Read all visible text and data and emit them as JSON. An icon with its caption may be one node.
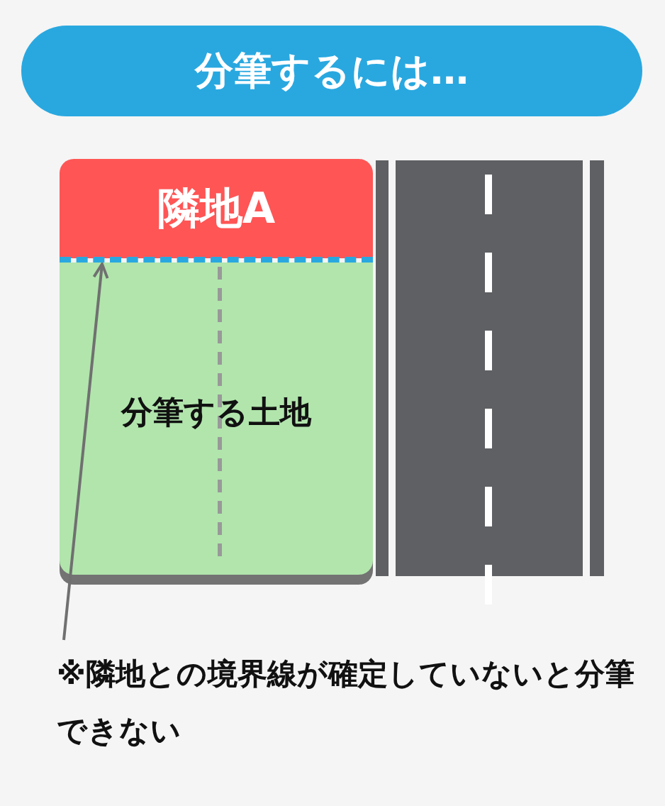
{
  "diagram": {
    "title": "分筆するには…",
    "nodes": [
      {
        "text": [
          "隣地A"
        ]
      },
      {
        "text": [
          "分筆する土地"
        ]
      },
      {
        "text": [
          "※隣地との境界線が確定していないと分筆できない"
        ]
      },
      {
        "text": [],
        "shape": "line"
      }
    ],
    "edges": [
      {
        "from": 2,
        "to": 3,
        "arrow": "to"
      }
    ]
  }
}
